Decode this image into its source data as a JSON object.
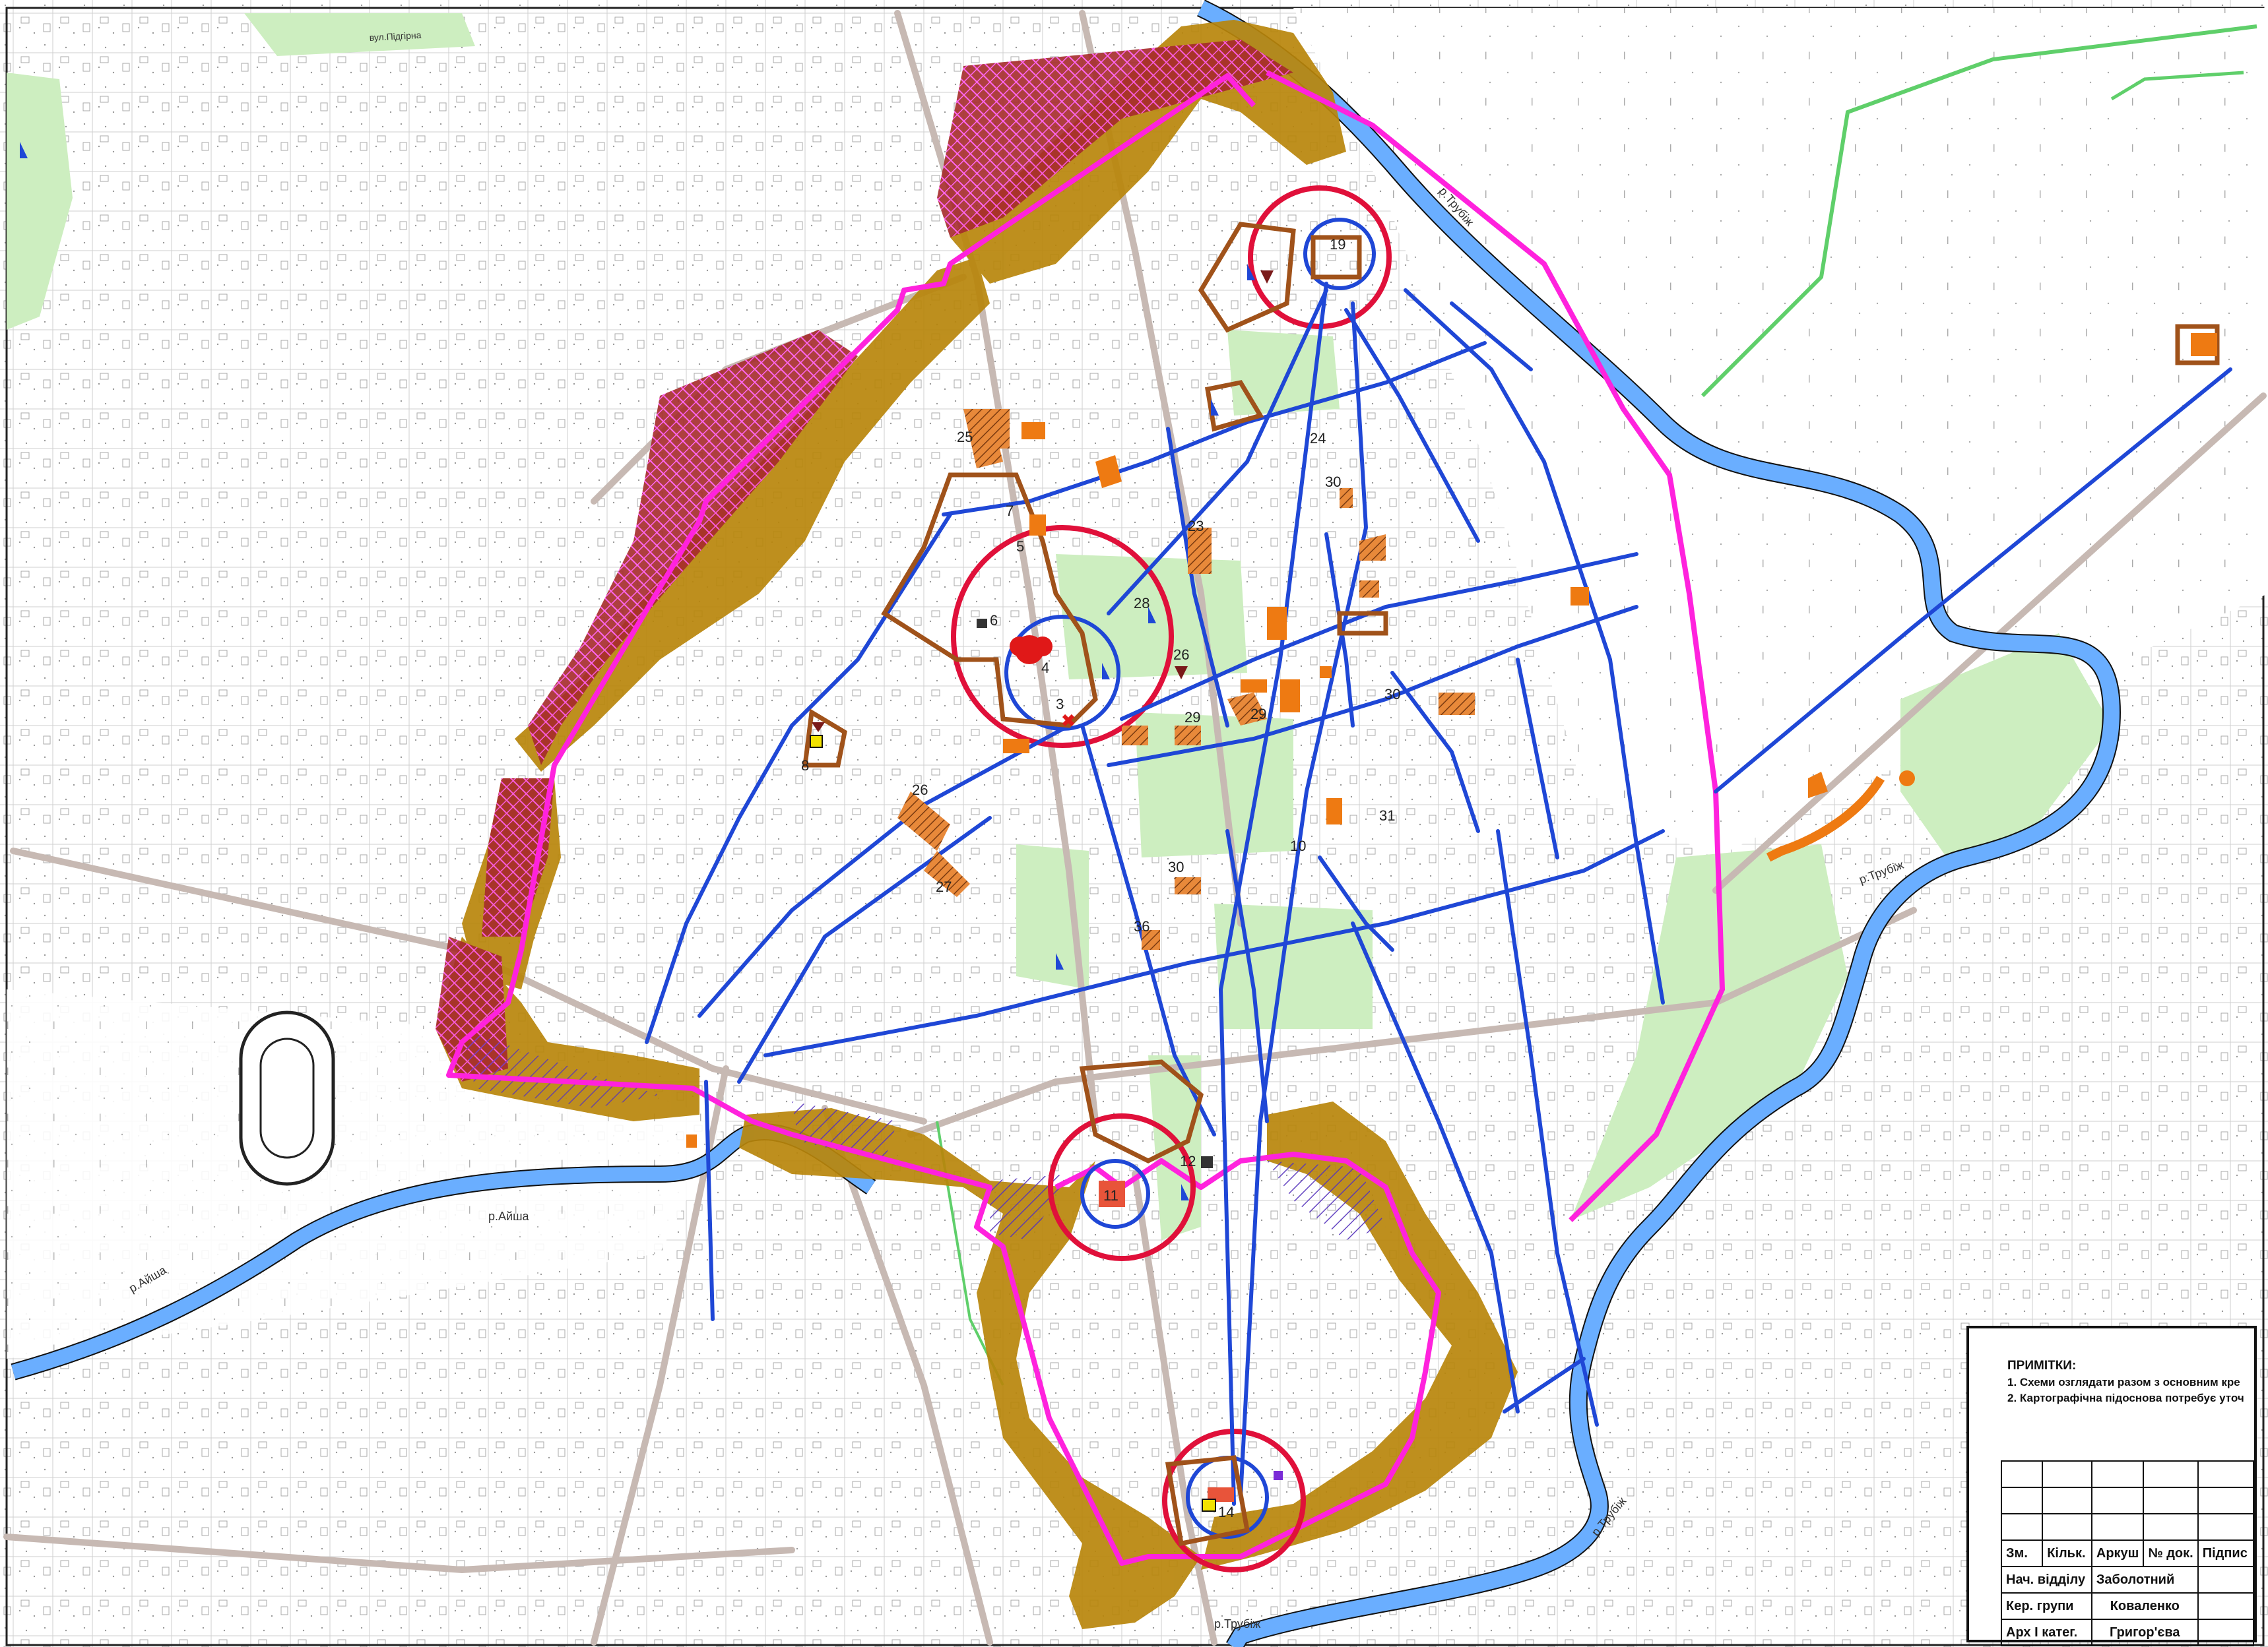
{
  "map": {
    "river_labels": [
      "р.Айша",
      "р.Айша",
      "р.Трубіж",
      "р.Трубіж",
      "р.Трубіж",
      "р.Трубіж"
    ],
    "street_label": "вул.Підгірна",
    "site_numbers": [
      "19",
      "25",
      "7",
      "5",
      "4",
      "6",
      "3",
      "28",
      "26",
      "24",
      "30",
      "23",
      "29",
      "29",
      "30",
      "8",
      "26",
      "27",
      "31",
      "30",
      "36",
      "11",
      "12",
      "14",
      "10"
    ],
    "colors": {
      "river": "#6aaeff",
      "park": "#cdeec0",
      "buffer_zone": "#b8860b",
      "fortification_hatch": "#a52a2a",
      "boundary_magenta": "#ff22dd",
      "view_axes_blue": "#1f47d6",
      "protection_circle": "#e0103a",
      "monument_outline": "#a0521a",
      "monument_fill": "#ee7a12",
      "monument_hatch": "#8b4513"
    },
    "icons": [
      "monument-triangle-icon",
      "church-icon",
      "cross-icon"
    ]
  },
  "notes": {
    "title": "ПРИМІТКИ:",
    "line1": "1. Схеми озглядати разом  з основним кре",
    "line2": "2. Картографічна підосновa потребує уточ"
  },
  "stamp": {
    "header": [
      "Зм.",
      "Кільк.",
      "Аркуш",
      "№ док.",
      "Підпис"
    ],
    "rows": [
      {
        "role": "Нач. відділу",
        "name": "Заболотний"
      },
      {
        "role": "Кер. групи",
        "name": "Коваленко"
      },
      {
        "role": "Арх І катег.",
        "name": "Григор'єва"
      }
    ]
  }
}
